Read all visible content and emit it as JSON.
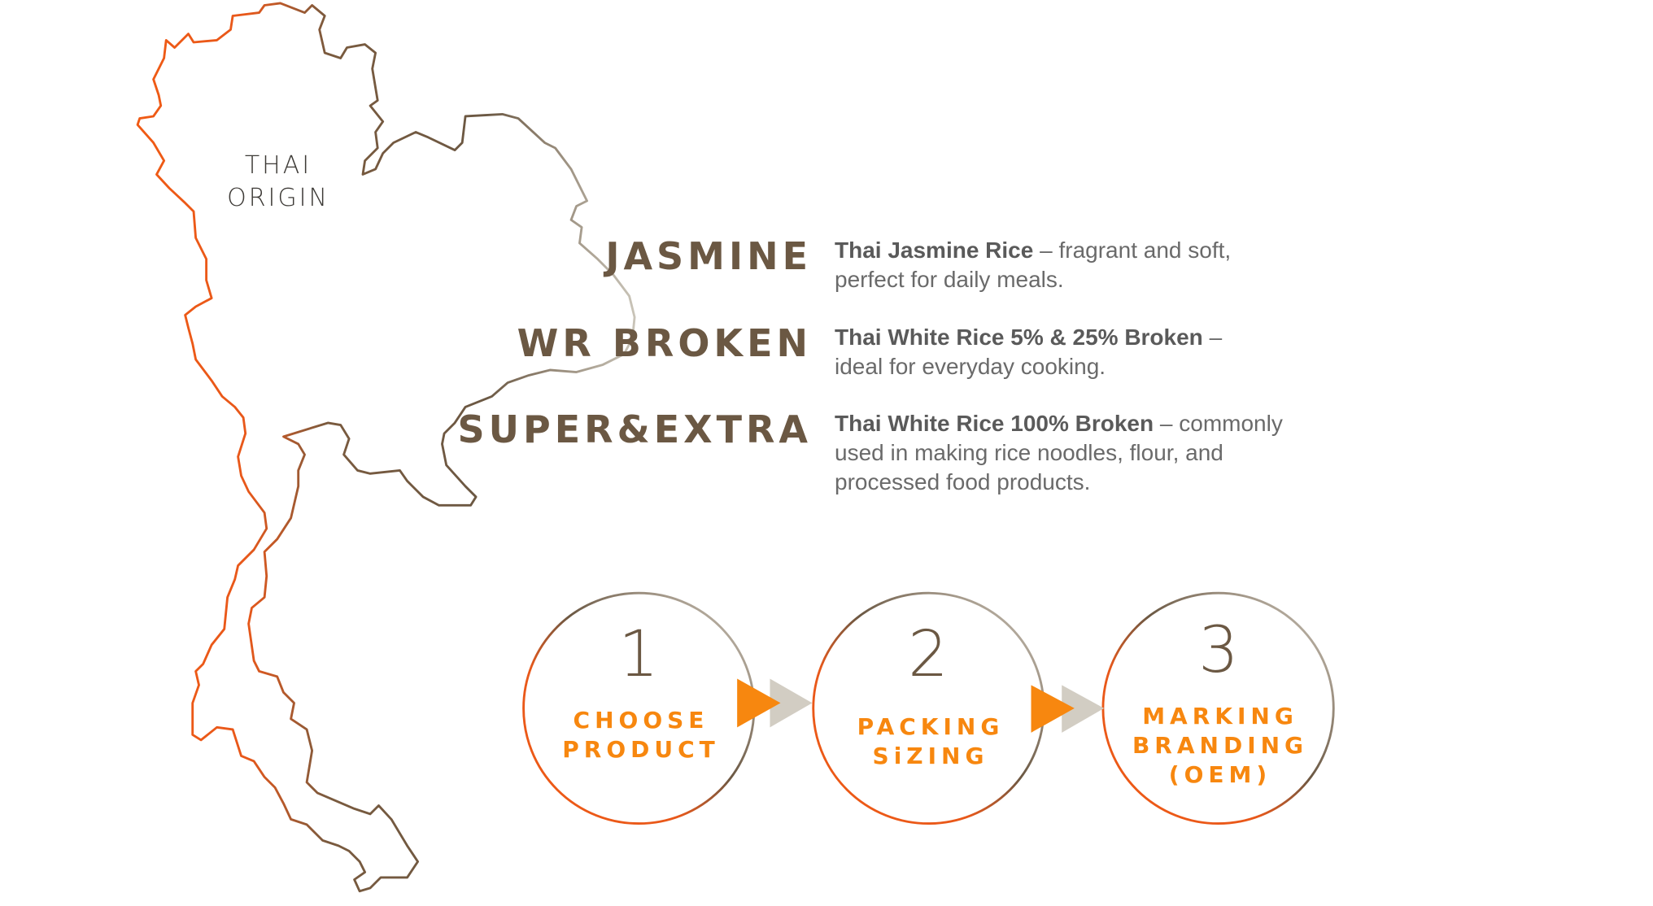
{
  "map": {
    "label_line1": "THAI",
    "label_line2": "ORIGIN"
  },
  "products": [
    {
      "name": "JASMINE",
      "title": "Thai Jasmine Rice",
      "desc_line1": " – fragrant and soft,",
      "desc_line2": "perfect for daily meals."
    },
    {
      "name": "WR BROKEN",
      "title": "Thai White Rice 5% & 25% Broken",
      "desc_line1": " –",
      "desc_line2": "ideal for everyday cooking."
    },
    {
      "name": "SUPER&EXTRA",
      "title": "Thai White Rice 100% Broken",
      "desc_line1": " – commonly",
      "desc_line2": "used in making rice noodles, flour, and",
      "desc_line3": "processed food products."
    }
  ],
  "steps": [
    {
      "number": "1",
      "line1": "CHOOSE",
      "line2": "PRODUCT"
    },
    {
      "number": "2",
      "line1": "PACKING",
      "line2": "SiZING"
    },
    {
      "number": "3",
      "line1": "MARKING",
      "line2": "BRANDING",
      "line3": "(OEM)"
    }
  ],
  "colors": {
    "orange": "#f7870f",
    "brown": "#6b5843",
    "gray": "#cfcac0",
    "map_orange": "#f05a14"
  }
}
